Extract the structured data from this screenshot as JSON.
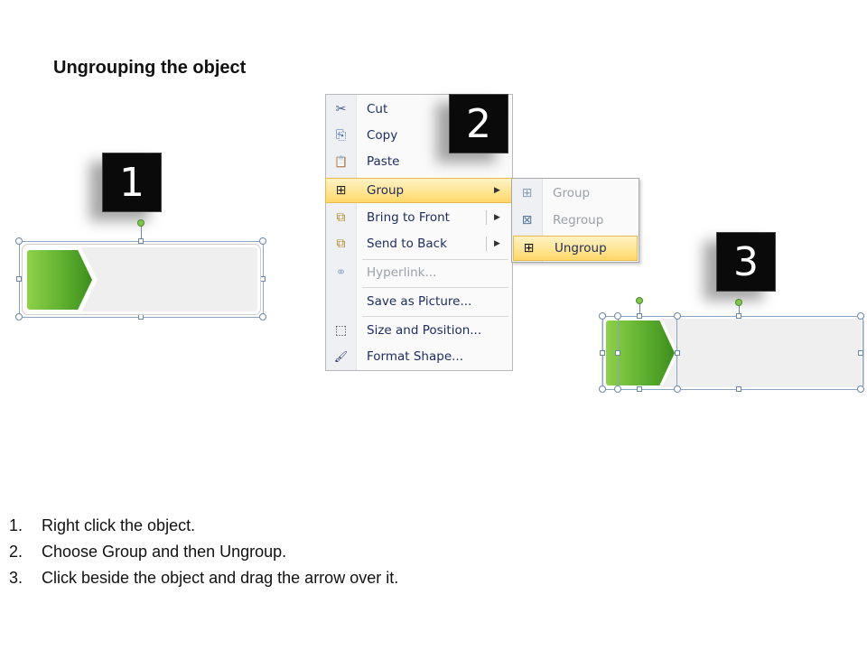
{
  "title": "Ungrouping the object",
  "badges": [
    "1",
    "2",
    "3"
  ],
  "context_menu": {
    "items": [
      {
        "icon": "scissors-icon",
        "glyph": "✂",
        "label": "Cut",
        "state": "normal"
      },
      {
        "icon": "copy-icon",
        "glyph": "⎘",
        "label": "Copy",
        "state": "normal"
      },
      {
        "icon": "paste-icon",
        "glyph": "📋",
        "label": "Paste",
        "state": "normal"
      },
      {
        "icon": "group-icon",
        "glyph": "⊞",
        "label": "Group",
        "state": "highlighted",
        "submenu": true
      },
      {
        "icon": "bring-to-front-icon",
        "glyph": "⧉",
        "label": "Bring to Front",
        "state": "normal",
        "submenu": true
      },
      {
        "icon": "send-to-back-icon",
        "glyph": "⧉",
        "label": "Send to Back",
        "state": "normal",
        "submenu": true
      },
      {
        "icon": "hyperlink-icon",
        "glyph": "⚭",
        "label": "Hyperlink...",
        "state": "disabled"
      },
      {
        "icon": "",
        "glyph": "",
        "label": "Save as Picture...",
        "state": "normal"
      },
      {
        "icon": "size-position-icon",
        "glyph": "⬚",
        "label": "Size and Position...",
        "state": "normal"
      },
      {
        "icon": "format-shape-icon",
        "glyph": "🖌",
        "label": "Format Shape...",
        "state": "normal"
      }
    ],
    "submenu_arrow": "▶"
  },
  "submenu": {
    "items": [
      {
        "icon": "group-icon",
        "glyph": "⊞",
        "label": "Group",
        "state": "disabled"
      },
      {
        "icon": "regroup-icon",
        "glyph": "⊠",
        "label": "Regroup",
        "state": "disabled"
      },
      {
        "icon": "ungroup-icon",
        "glyph": "⊞",
        "label": "Ungroup",
        "state": "highlighted"
      }
    ]
  },
  "steps": [
    {
      "num": "1.",
      "text": "Right click the object."
    },
    {
      "num": "2.",
      "text": "Choose Group and then Ungroup."
    },
    {
      "num": "3.",
      "text": "Click beside the object and drag the arrow over it."
    }
  ],
  "colors": {
    "badge_bg": "#0a0a0a",
    "chevron_green_light": "#8fd14a",
    "chevron_green_dark": "#3c8f1c",
    "highlight": "#ffd86a",
    "menu_text": "#1c2b5e"
  }
}
